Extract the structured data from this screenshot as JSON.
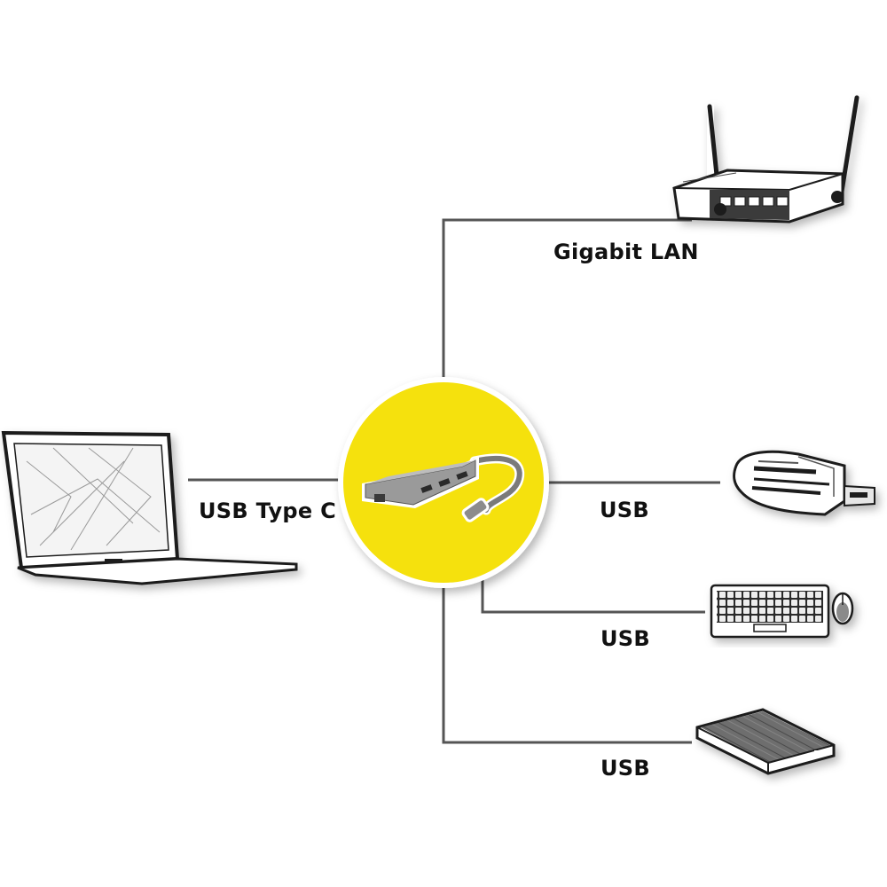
{
  "labels": {
    "gigabit_lan": "Gigabit LAN",
    "usb_type_c": "USB Type C",
    "usb_card_reader": "USB",
    "usb_keyboard": "USB",
    "usb_drive": "USB"
  },
  "colors": {
    "hub_circle": "#f5e10f",
    "lines": "#555555",
    "text": "#111111"
  },
  "icons": [
    "laptop-icon",
    "usb-c-hub-icon",
    "router-icon",
    "card-reader-icon",
    "keyboard-mouse-icon",
    "external-drive-icon"
  ]
}
